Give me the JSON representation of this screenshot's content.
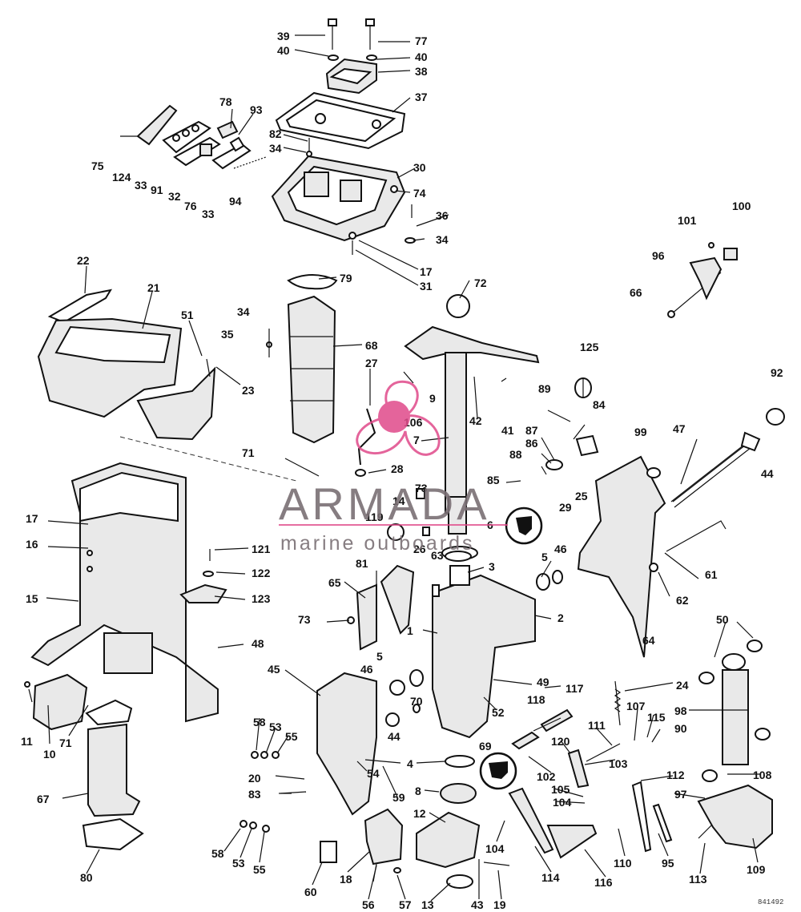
{
  "watermark": {
    "brand": "ARMADA",
    "tagline": "marine outboards",
    "logo_color": "#e04a8a"
  },
  "drawing_code": "841492",
  "callouts": [
    {
      "id": "c39",
      "label": "39"
    },
    {
      "id": "c77",
      "label": "77"
    },
    {
      "id": "c40a",
      "label": "40"
    },
    {
      "id": "c40b",
      "label": "40"
    },
    {
      "id": "c38",
      "label": "38"
    },
    {
      "id": "c37",
      "label": "37"
    },
    {
      "id": "c78",
      "label": "78"
    },
    {
      "id": "c93",
      "label": "93"
    },
    {
      "id": "c82",
      "label": "82"
    },
    {
      "id": "c34a",
      "label": "34"
    },
    {
      "id": "c75",
      "label": "75"
    },
    {
      "id": "c124",
      "label": "124"
    },
    {
      "id": "c33a",
      "label": "33"
    },
    {
      "id": "c91",
      "label": "91"
    },
    {
      "id": "c32",
      "label": "32"
    },
    {
      "id": "c76",
      "label": "76"
    },
    {
      "id": "c33b",
      "label": "33"
    },
    {
      "id": "c94",
      "label": "94"
    },
    {
      "id": "c30",
      "label": "30"
    },
    {
      "id": "c74",
      "label": "74"
    },
    {
      "id": "c36",
      "label": "36"
    },
    {
      "id": "c34b",
      "label": "34"
    },
    {
      "id": "c17a",
      "label": "17"
    },
    {
      "id": "c31",
      "label": "31"
    },
    {
      "id": "c100",
      "label": "100"
    },
    {
      "id": "c101",
      "label": "101"
    },
    {
      "id": "c96",
      "label": "96"
    },
    {
      "id": "c66",
      "label": "66"
    },
    {
      "id": "c22",
      "label": "22"
    },
    {
      "id": "c21",
      "label": "21"
    },
    {
      "id": "c79",
      "label": "79"
    },
    {
      "id": "c72",
      "label": "72"
    },
    {
      "id": "c34c",
      "label": "34"
    },
    {
      "id": "c35",
      "label": "35"
    },
    {
      "id": "c51",
      "label": "51"
    },
    {
      "id": "c68",
      "label": "68"
    },
    {
      "id": "c23",
      "label": "23"
    },
    {
      "id": "c27",
      "label": "27"
    },
    {
      "id": "c9",
      "label": "9"
    },
    {
      "id": "c125",
      "label": "125"
    },
    {
      "id": "c92",
      "label": "92"
    },
    {
      "id": "c89",
      "label": "89"
    },
    {
      "id": "c84",
      "label": "84"
    },
    {
      "id": "c42",
      "label": "42"
    },
    {
      "id": "c41",
      "label": "41"
    },
    {
      "id": "c106",
      "label": "106"
    },
    {
      "id": "c7",
      "label": "7"
    },
    {
      "id": "c87",
      "label": "87"
    },
    {
      "id": "c86",
      "label": "86"
    },
    {
      "id": "c99",
      "label": "99"
    },
    {
      "id": "c47",
      "label": "47"
    },
    {
      "id": "c71a",
      "label": "71"
    },
    {
      "id": "c28",
      "label": "28"
    },
    {
      "id": "c88",
      "label": "88"
    },
    {
      "id": "c44a",
      "label": "44"
    },
    {
      "id": "c85",
      "label": "85"
    },
    {
      "id": "c25",
      "label": "25"
    },
    {
      "id": "c73a",
      "label": "73"
    },
    {
      "id": "c29",
      "label": "29"
    },
    {
      "id": "c17b",
      "label": "17"
    },
    {
      "id": "c119",
      "label": "119"
    },
    {
      "id": "c14",
      "label": "14"
    },
    {
      "id": "c6",
      "label": "6"
    },
    {
      "id": "c16",
      "label": "16"
    },
    {
      "id": "c121",
      "label": "121"
    },
    {
      "id": "c26",
      "label": "26"
    },
    {
      "id": "c63",
      "label": "63"
    },
    {
      "id": "c46a",
      "label": "46"
    },
    {
      "id": "c61",
      "label": "61"
    },
    {
      "id": "c81",
      "label": "81"
    },
    {
      "id": "c5a",
      "label": "5"
    },
    {
      "id": "c122",
      "label": "122"
    },
    {
      "id": "c65",
      "label": "65"
    },
    {
      "id": "c3",
      "label": "3"
    },
    {
      "id": "c62",
      "label": "62"
    },
    {
      "id": "c15",
      "label": "15"
    },
    {
      "id": "c123",
      "label": "123"
    },
    {
      "id": "c73b",
      "label": "73"
    },
    {
      "id": "c1",
      "label": "1"
    },
    {
      "id": "c2",
      "label": "2"
    },
    {
      "id": "c64",
      "label": "64"
    },
    {
      "id": "c50",
      "label": "50"
    },
    {
      "id": "c48",
      "label": "48"
    },
    {
      "id": "c45",
      "label": "45"
    },
    {
      "id": "c5b",
      "label": "5"
    },
    {
      "id": "c46b",
      "label": "46"
    },
    {
      "id": "c49",
      "label": "49"
    },
    {
      "id": "c24",
      "label": "24"
    },
    {
      "id": "c117",
      "label": "117"
    },
    {
      "id": "c70",
      "label": "70"
    },
    {
      "id": "c118",
      "label": "118"
    },
    {
      "id": "c52",
      "label": "52"
    },
    {
      "id": "c107",
      "label": "107"
    },
    {
      "id": "c115",
      "label": "115"
    },
    {
      "id": "c98",
      "label": "98"
    },
    {
      "id": "c11",
      "label": "11"
    },
    {
      "id": "c10",
      "label": "10"
    },
    {
      "id": "c71b",
      "label": "71"
    },
    {
      "id": "c58a",
      "label": "58"
    },
    {
      "id": "c53a",
      "label": "53"
    },
    {
      "id": "c55a",
      "label": "55"
    },
    {
      "id": "c44b",
      "label": "44"
    },
    {
      "id": "c111",
      "label": "111"
    },
    {
      "id": "c90",
      "label": "90"
    },
    {
      "id": "c69",
      "label": "69"
    },
    {
      "id": "c120",
      "label": "120"
    },
    {
      "id": "c4",
      "label": "4"
    },
    {
      "id": "c103",
      "label": "103"
    },
    {
      "id": "c102",
      "label": "102"
    },
    {
      "id": "c108",
      "label": "108"
    },
    {
      "id": "c20",
      "label": "20"
    },
    {
      "id": "c54",
      "label": "54"
    },
    {
      "id": "c112",
      "label": "112"
    },
    {
      "id": "c83",
      "label": "83"
    },
    {
      "id": "c59",
      "label": "59"
    },
    {
      "id": "c8",
      "label": "8"
    },
    {
      "id": "c105",
      "label": "105"
    },
    {
      "id": "c97",
      "label": "97"
    },
    {
      "id": "c67",
      "label": "67"
    },
    {
      "id": "c104a",
      "label": "104"
    },
    {
      "id": "c12",
      "label": "12"
    },
    {
      "id": "c104b",
      "label": "104"
    },
    {
      "id": "c58b",
      "label": "58"
    },
    {
      "id": "c53b",
      "label": "53"
    },
    {
      "id": "c55b",
      "label": "55"
    },
    {
      "id": "c110",
      "label": "110"
    },
    {
      "id": "c95",
      "label": "95"
    },
    {
      "id": "c109",
      "label": "109"
    },
    {
      "id": "c80",
      "label": "80"
    },
    {
      "id": "c60",
      "label": "60"
    },
    {
      "id": "c18",
      "label": "18"
    },
    {
      "id": "c114",
      "label": "114"
    },
    {
      "id": "c116",
      "label": "116"
    },
    {
      "id": "c113",
      "label": "113"
    },
    {
      "id": "c56",
      "label": "56"
    },
    {
      "id": "c57",
      "label": "57"
    },
    {
      "id": "c13",
      "label": "13"
    },
    {
      "id": "c43",
      "label": "43"
    },
    {
      "id": "c19",
      "label": "19"
    }
  ]
}
